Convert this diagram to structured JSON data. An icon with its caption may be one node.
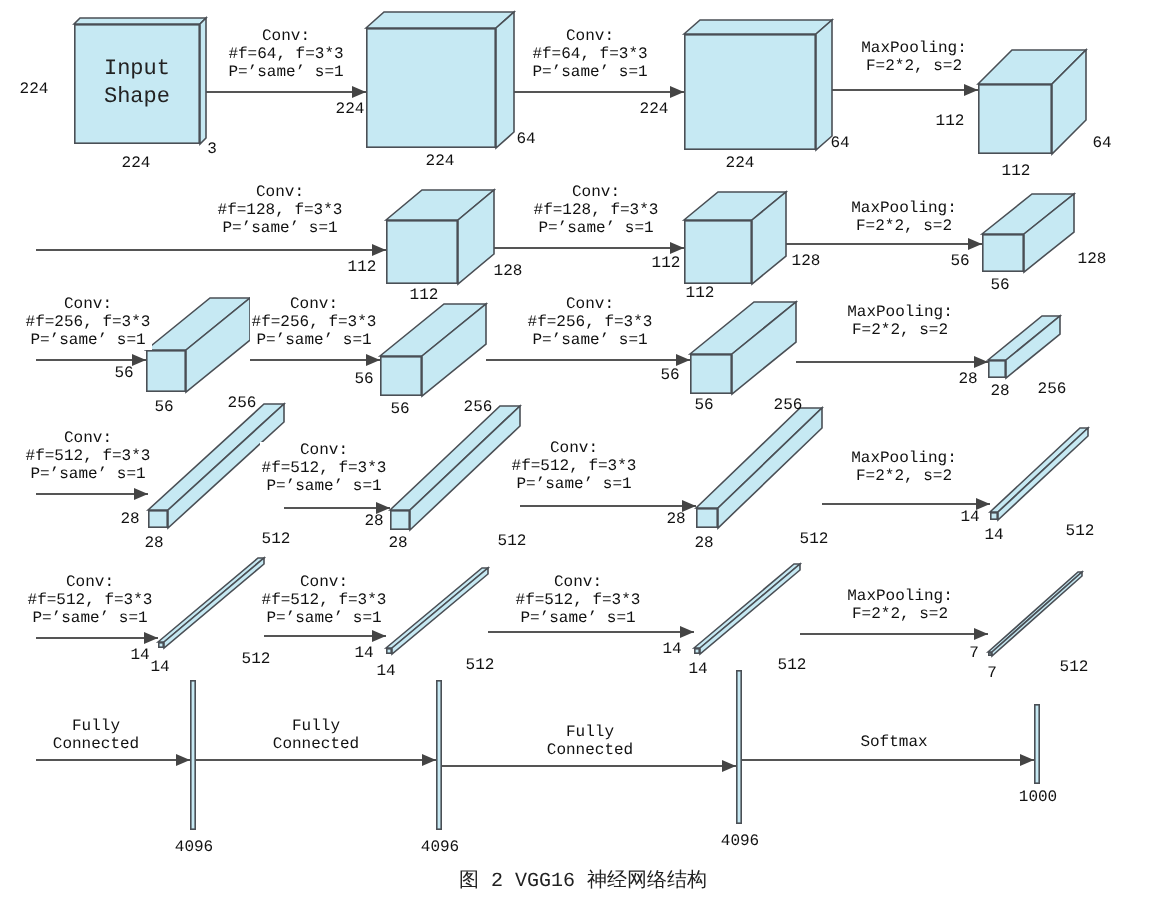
{
  "diagram": {
    "caption": "图 2 VGG16 神经网络结构",
    "nodes": [
      {
        "text": [
          "Input Shape"
        ],
        "beside": [
          "224",
          "224",
          "3"
        ]
      },
      {
        "text": [],
        "shape": "box",
        "beside": [
          "224",
          "224",
          "64"
        ]
      },
      {
        "text": [],
        "shape": "box",
        "beside": [
          "224",
          "224",
          "64"
        ]
      },
      {
        "text": [],
        "shape": "box",
        "beside": [
          "112",
          "112",
          "64"
        ]
      },
      {
        "text": [],
        "shape": "box",
        "beside": [
          "112",
          "112",
          "128"
        ]
      },
      {
        "text": [],
        "shape": "box",
        "beside": [
          "112",
          "112",
          "128"
        ]
      },
      {
        "text": [],
        "shape": "box",
        "beside": [
          "56",
          "56",
          "128"
        ]
      },
      {
        "text": [],
        "shape": "box",
        "beside": [
          "56",
          "56",
          "256"
        ]
      },
      {
        "text": [],
        "shape": "box",
        "beside": [
          "56",
          "56",
          "256"
        ]
      },
      {
        "text": [],
        "shape": "box",
        "beside": [
          "56",
          "56",
          "256"
        ]
      },
      {
        "text": [],
        "shape": "box",
        "beside": [
          "28",
          "28",
          "256"
        ]
      },
      {
        "text": [],
        "shape": "box",
        "beside": [
          "28",
          "28",
          "512"
        ]
      },
      {
        "text": [],
        "shape": "box",
        "beside": [
          "28",
          "28",
          "512"
        ]
      },
      {
        "text": [],
        "shape": "box",
        "beside": [
          "28",
          "28",
          "512"
        ]
      },
      {
        "text": [],
        "shape": "box",
        "beside": [
          "14",
          "14",
          "512"
        ]
      },
      {
        "text": [],
        "shape": "box",
        "beside": [
          "14",
          "14",
          "512"
        ]
      },
      {
        "text": [],
        "shape": "box",
        "beside": [
          "14",
          "14",
          "512"
        ]
      },
      {
        "text": [],
        "shape": "box",
        "beside": [
          "14",
          "14",
          "512"
        ]
      },
      {
        "text": [],
        "shape": "box",
        "beside": [
          "7",
          "7",
          "512"
        ]
      },
      {
        "text": [],
        "shape": "bar",
        "beside": [
          "4096"
        ]
      },
      {
        "text": [],
        "shape": "bar",
        "beside": [
          "4096"
        ]
      },
      {
        "text": [],
        "shape": "bar",
        "beside": [
          "4096"
        ]
      },
      {
        "text": [],
        "shape": "bar",
        "beside": [
          "1000"
        ]
      }
    ],
    "edges": [
      {
        "from": 0,
        "to": 1,
        "arrow": "to",
        "label": "Conv: #f=64, f=3*3 P=’same’ s=1"
      },
      {
        "from": 1,
        "to": 2,
        "arrow": "to",
        "label": "Conv: #f=64, f=3*3 P=’same’ s=1"
      },
      {
        "from": 2,
        "to": 3,
        "arrow": "to",
        "label": "MaxPooling: F=2*2, s=2"
      },
      {
        "from": null,
        "to": 4,
        "arrow": "to",
        "label": "Conv: #f=128, f=3*3 P=’same’ s=1"
      },
      {
        "from": 4,
        "to": 5,
        "arrow": "to",
        "label": "Conv: #f=128, f=3*3 P=’same’ s=1"
      },
      {
        "from": 5,
        "to": 6,
        "arrow": "to",
        "label": "MaxPooling: F=2*2, s=2"
      },
      {
        "from": null,
        "to": 7,
        "arrow": "to",
        "label": "Conv: #f=256, f=3*3 P=’same’ s=1"
      },
      {
        "from": 7,
        "to": 8,
        "arrow": "to",
        "label": "Conv: #f=256, f=3*3 P=’same’ s=1"
      },
      {
        "from": 8,
        "to": 9,
        "arrow": "to",
        "label": "Conv: #f=256, f=3*3 P=’same’ s=1"
      },
      {
        "from": 9,
        "to": 10,
        "arrow": "to",
        "label": "MaxPooling: F=2*2, s=2"
      },
      {
        "from": null,
        "to": 11,
        "arrow": "to",
        "label": "Conv: #f=512, f=3*3 P=’same’ s=1"
      },
      {
        "from": 11,
        "to": 12,
        "arrow": "to",
        "label": "Conv: #f=512, f=3*3 P=’same’ s=1"
      },
      {
        "from": 12,
        "to": 13,
        "arrow": "to",
        "label": "Conv: #f=512, f=3*3 P=’same’ s=1"
      },
      {
        "from": 13,
        "to": 14,
        "arrow": "to",
        "label": "MaxPooling: F=2*2, s=2"
      },
      {
        "from": null,
        "to": 15,
        "arrow": "to",
        "label": "Conv: #f=512, f=3*3 P=’same’ s=1"
      },
      {
        "from": 15,
        "to": 16,
        "arrow": "to",
        "label": "Conv: #f=512, f=3*3 P=’same’ s=1"
      },
      {
        "from": 16,
        "to": 17,
        "arrow": "to",
        "label": "Conv: #f=512, f=3*3 P=’same’ s=1"
      },
      {
        "from": 17,
        "to": 18,
        "arrow": "to",
        "label": "MaxPooling: F=2*2, s=2"
      },
      {
        "from": null,
        "to": 19,
        "arrow": "to",
        "label": "Fully Connected"
      },
      {
        "from": 19,
        "to": 20,
        "arrow": "to",
        "label": "Fully Connected"
      },
      {
        "from": 20,
        "to": 21,
        "arrow": "to",
        "label": "Fully Connected"
      },
      {
        "from": 21,
        "to": 22,
        "arrow": "to",
        "label": "Softmax"
      }
    ]
  }
}
